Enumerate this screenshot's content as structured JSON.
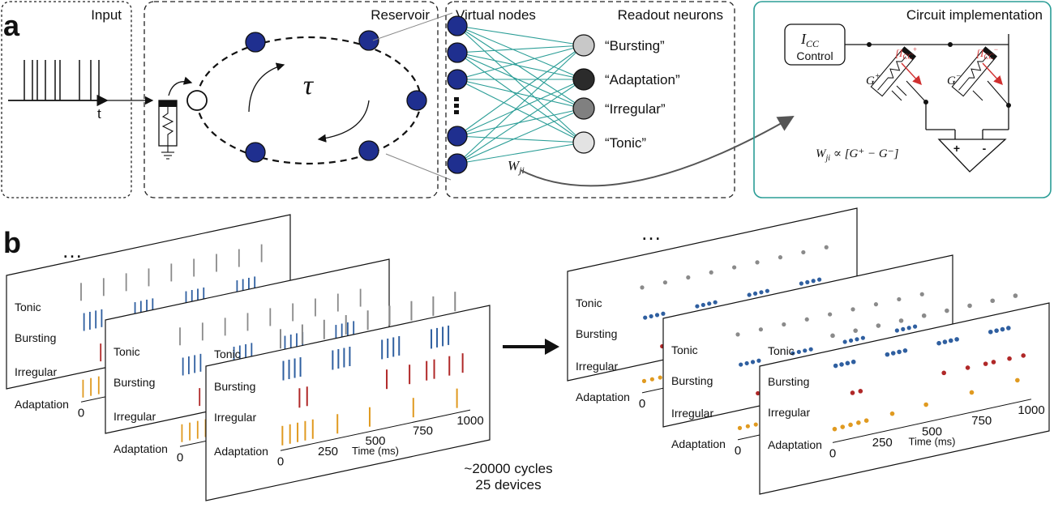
{
  "panel_a": {
    "letter": "a",
    "input_title": "Input",
    "input_axis": "t",
    "reservoir_title": "Reservoir",
    "reservoir_symbol": "τ",
    "virtual_nodes_title": "Virtual nodes",
    "readout_title": "Readout neurons",
    "weight_label": "W",
    "weight_sub": "ji",
    "readout_labels": [
      "“Bursting”",
      "“Adaptation”",
      "“Irregular”",
      "“Tonic”"
    ],
    "readout_colors": [
      "#c8c8c8",
      "#2b2b2b",
      "#808080",
      "#e3e3e3"
    ],
    "circuit_title": "Circuit implementation",
    "icc_label": "I",
    "icc_sub": "CC",
    "control_label": "Control",
    "current_plus": "[I",
    "current_plus_sub": "CC",
    "current_plus_sup": "+",
    "current_minus": "[I",
    "current_minus_sub": "CC",
    "current_minus_sup": "−",
    "g_plus": "G",
    "g_plus_sup": "+",
    "g_minus": "G",
    "g_minus_sup": "−",
    "op_plus": "+",
    "op_minus": "-",
    "equation_w": "W",
    "equation_sub": "ji",
    "equation_rest": " ∝ [G⁺ − G⁻]",
    "node_color": "#1f2f8f",
    "teal": "#2a9d96",
    "current_color": "#d03030"
  },
  "panel_b": {
    "letter": "b",
    "ellipsis": "…",
    "row_labels": [
      "Tonic",
      "Bursting",
      "Irregular",
      "Adaptation"
    ],
    "x_ticks": [
      "0",
      "250",
      "500",
      "750",
      "1000"
    ],
    "x_label": "Time (ms)",
    "caption_line1": "~20000 cycles",
    "caption_line2": "25 devices",
    "colors": {
      "Tonic": "#8a8a8a",
      "Bursting": "#2f5fa0",
      "Irregular": "#b02828",
      "Adaptation": "#e09a20"
    }
  }
}
